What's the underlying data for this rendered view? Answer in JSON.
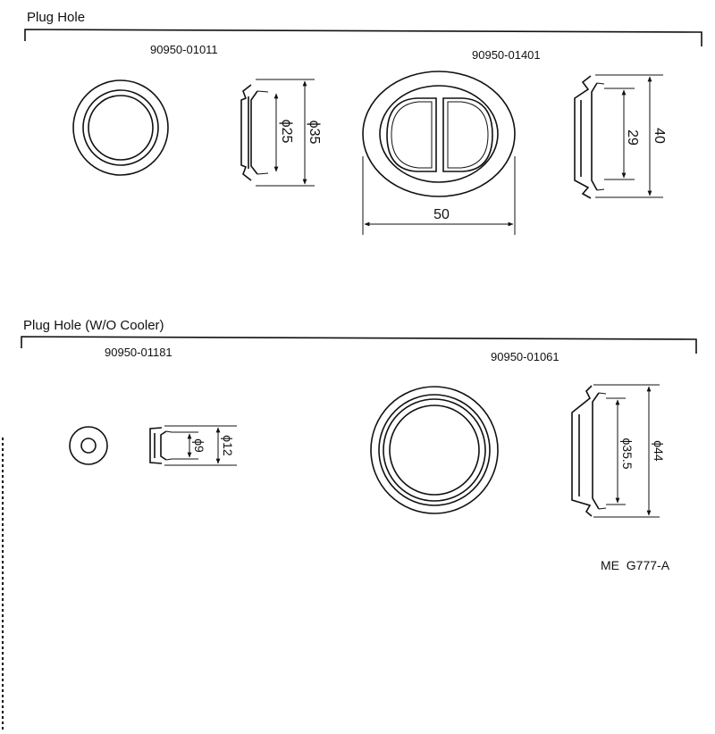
{
  "section_1": {
    "title": "Plug Hole",
    "parts": [
      {
        "number": "90950-01011",
        "dims": [
          "ϕ25",
          "ϕ35"
        ]
      },
      {
        "number": "90950-01401",
        "dims": [
          "29",
          "40",
          "50"
        ]
      }
    ]
  },
  "section_2": {
    "title": "Plug Hole (W/O Cooler)",
    "parts": [
      {
        "number": "90950-01181",
        "dims": [
          "ϕ9",
          "ϕ12"
        ]
      },
      {
        "number": "90950-01061",
        "dims": [
          "ϕ35.5",
          "ϕ44"
        ]
      }
    ]
  },
  "reference_code": "ME  G777-A"
}
